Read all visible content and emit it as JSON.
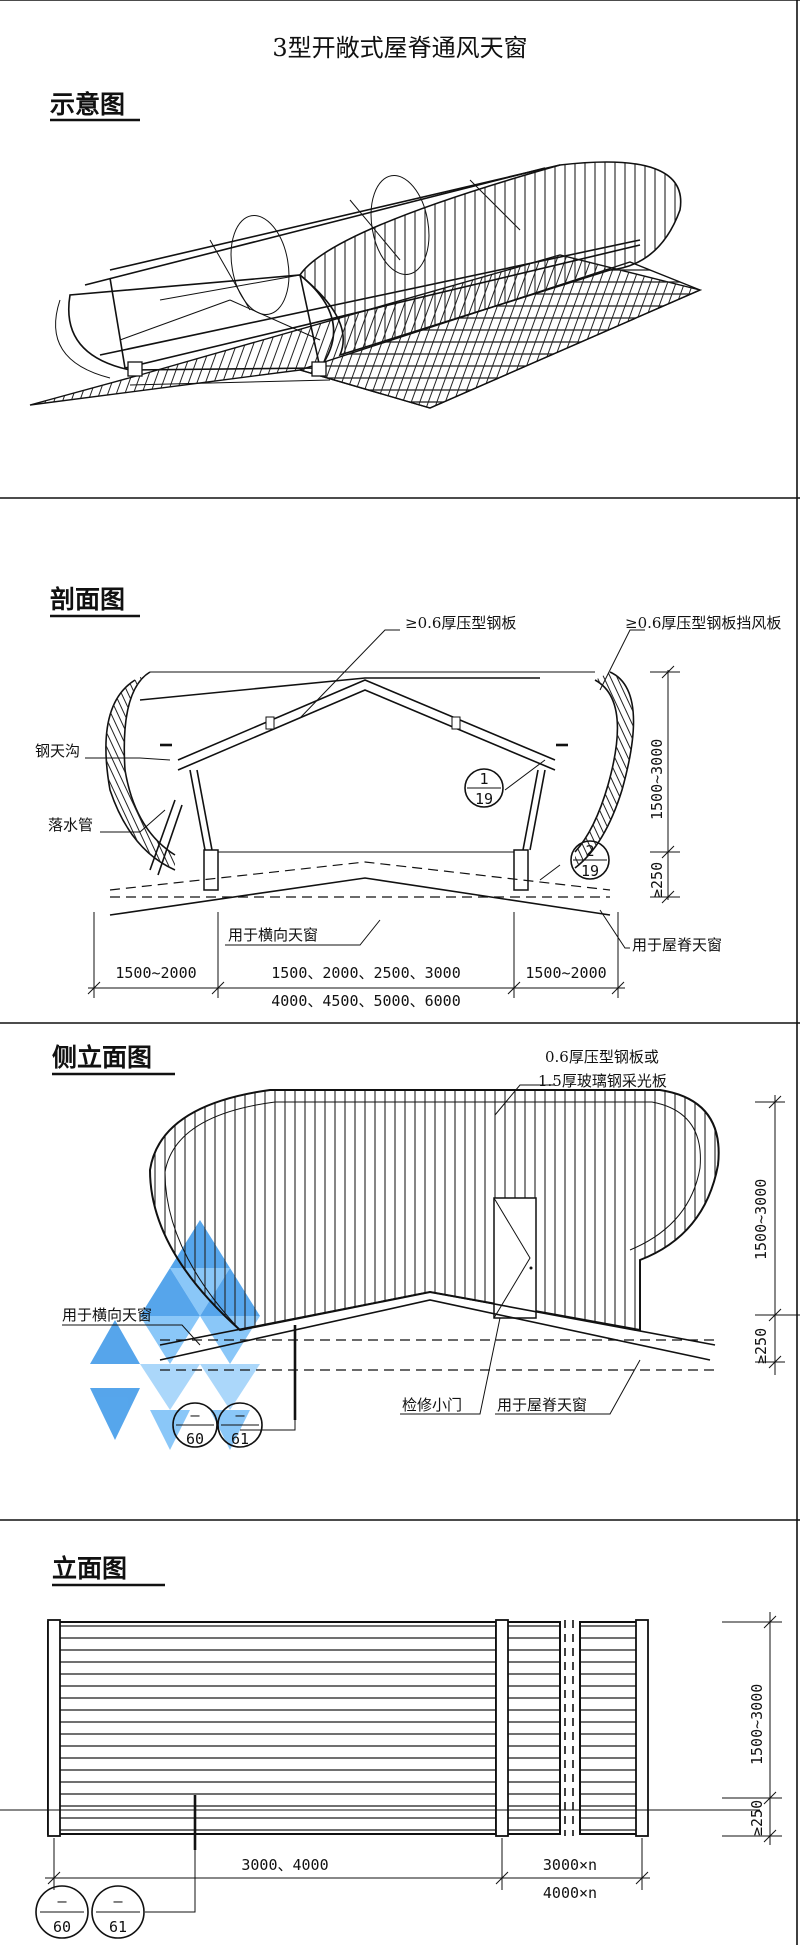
{
  "title": "3型开敞式屋脊通风天窗",
  "sections": {
    "schematic": {
      "heading": "示意图"
    },
    "cross_section": {
      "heading": "剖面图",
      "callouts": {
        "panel": "≥0.6厚压型钢板",
        "wind_panel": "≥0.6厚压型钢板挡风板",
        "gutter": "钢天沟",
        "downpipe": "落水管",
        "transverse": "用于横向天窗",
        "ridge": "用于屋脊天窗"
      },
      "details": [
        {
          "top": "1",
          "bottom": "19"
        },
        {
          "top": "2",
          "bottom": "19"
        }
      ],
      "dims": {
        "height_range": "1500~3000",
        "base": "≥250",
        "left_width": "1500~2000",
        "span_row1": "1500、2000、2500、3000",
        "span_row2": "4000、4500、5000、6000",
        "right_width": "1500~2000"
      }
    },
    "side_elevation": {
      "heading": "侧立面图",
      "material_line1": "0.6厚压型钢板或",
      "material_line2": "1.5厚玻璃钢采光板",
      "transverse": "用于横向天窗",
      "door": "检修小门",
      "ridge": "用于屋脊天窗",
      "details": [
        {
          "top": "—",
          "bottom": "60"
        },
        {
          "top": "—",
          "bottom": "61"
        }
      ],
      "dims": {
        "height_range": "1500~3000",
        "base": "≥250"
      }
    },
    "elevation": {
      "heading": "立面图",
      "dims": {
        "height_range": "1500~3000",
        "base": "≥250",
        "module": "3000、4000",
        "repeat_row1": "3000×n",
        "repeat_row2": "4000×n"
      },
      "details": [
        {
          "top": "—",
          "bottom": "60"
        },
        {
          "top": "—",
          "bottom": "61"
        }
      ]
    }
  },
  "colors": {
    "line": "#111111",
    "watermark": "#1e88e5",
    "background": "#ffffff"
  }
}
